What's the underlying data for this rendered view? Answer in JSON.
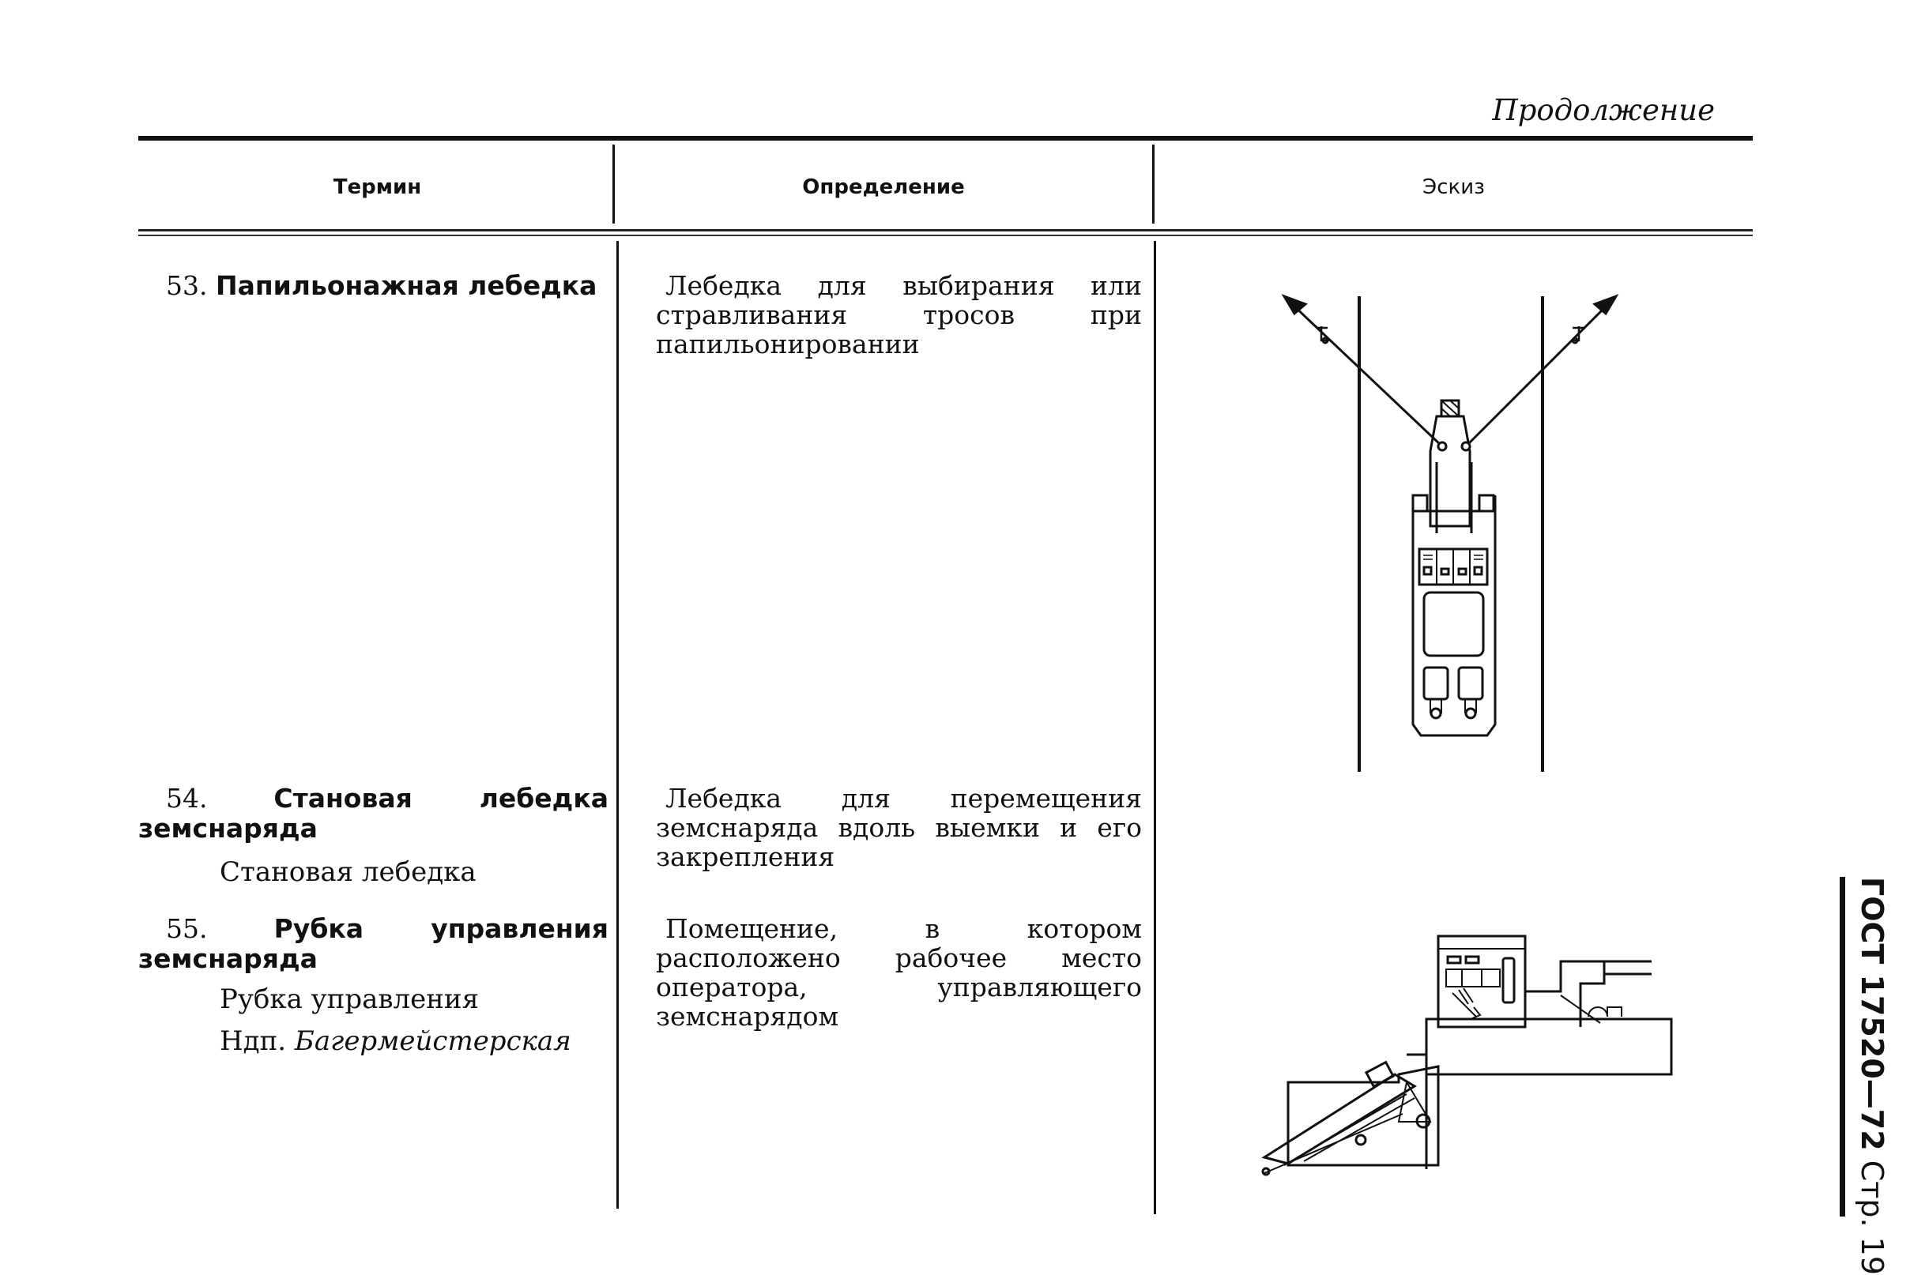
{
  "header": {
    "continuation": "Продолжение",
    "columns": [
      "Термин",
      "Определение",
      "Эскиз"
    ]
  },
  "rows": [
    {
      "number": "53.",
      "term": "Папильонажная лебедка",
      "definition": "Лебедка для выбирания или стравливания тросов при папильонировании",
      "sketch": "papillon-winch-sketch"
    },
    {
      "number": "54.",
      "term": "Становая лебедка земснаряда",
      "short_term": "Становая лебедка",
      "definition": "Лебедка для перемещения земснаряда вдоль выемки и его закрепления"
    },
    {
      "number": "55.",
      "term": "Рубка управления земснаряда",
      "short_term": "Рубка управления",
      "inadmissible_label": "Ндп.",
      "inadmissible_term": "Багермейстерская",
      "definition": "Помещение, в котором расположено рабочее место оператора, управляющего земснарядом",
      "sketch": "control-cabin-sketch"
    }
  ],
  "sidebar": {
    "standard": "ГОСТ 17520—72",
    "page": "Стр. 19"
  }
}
